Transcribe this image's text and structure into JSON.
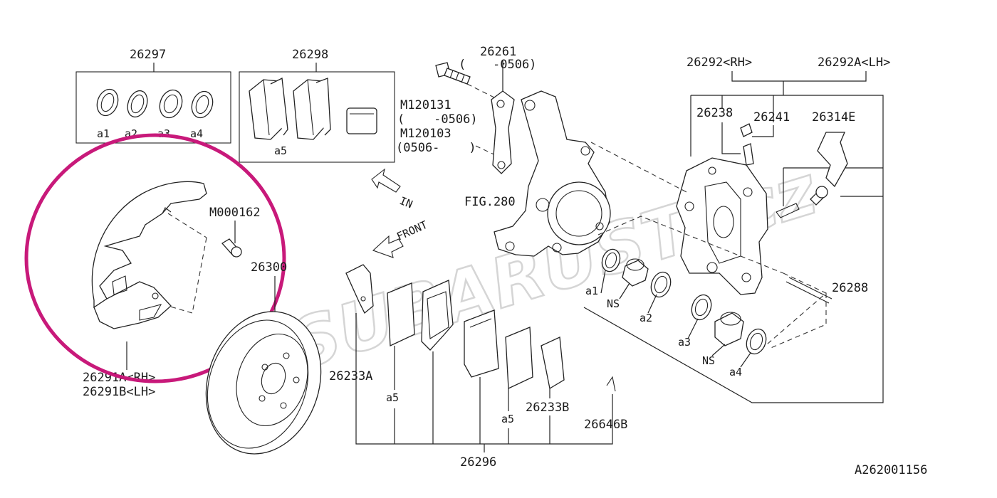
{
  "diagram_id": "A262001156",
  "watermark": "SUBARUSTI.cz",
  "kits": {
    "seal_kit": {
      "part": "26297",
      "items": [
        "a1",
        "a2",
        "a3",
        "a4"
      ]
    },
    "pad_kit": {
      "part": "26298",
      "items": [
        "a5"
      ]
    }
  },
  "knuckle": {
    "part": "26261",
    "range_open": "(",
    "range": "-0506)",
    "fig_ref": "FIG.280"
  },
  "bolts": [
    {
      "part": "M120131",
      "range": "(    -0506)"
    },
    {
      "part": "M120103",
      "range": "(0506-    )"
    }
  ],
  "direction_labels": {
    "in": "IN",
    "front": "FRONT"
  },
  "caliper": {
    "rh": "26292<RH>",
    "lh": "26292A<LH>",
    "parts": [
      "26238",
      "26241",
      "26314E",
      "26288"
    ]
  },
  "piston_set": {
    "labels": [
      "a1",
      "NS",
      "a2",
      "a3",
      "NS",
      "a4"
    ]
  },
  "backing_plate": {
    "screw": "M000162",
    "rh": "26291A<RH>",
    "lh": "26291B<LH>"
  },
  "rotor": {
    "part": "26300"
  },
  "pads": {
    "shim_a": "26233A",
    "shim_b": "26233B",
    "clip": "26646B",
    "pad_label_1": "a5",
    "pad_label_2": "a5",
    "set": "26296"
  },
  "colors": {
    "highlight": "#c8197a",
    "line": "#222222",
    "watermark": "#c8c8c8"
  }
}
